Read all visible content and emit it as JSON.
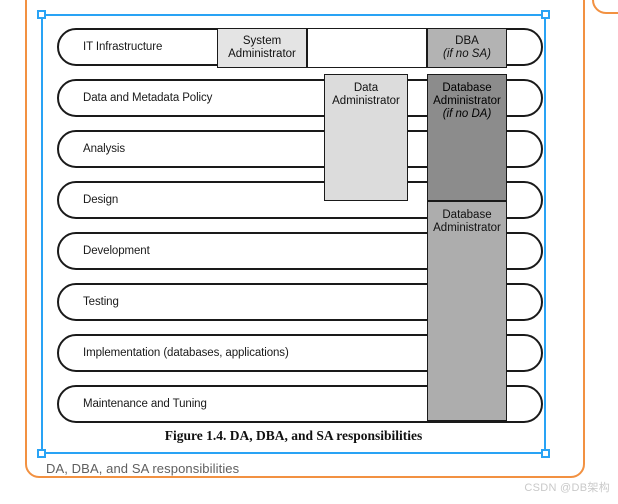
{
  "figure": {
    "caption": "Figure 1.4. DA, DBA, and SA responsibilities",
    "sub_caption": "DA, DBA, and SA responsibilities",
    "accent_selection_color": "#29a3f5",
    "accent_card_color": "#f29141",
    "processes": [
      {
        "label": "IT Infrastructure"
      },
      {
        "label": "Data and Metadata Policy"
      },
      {
        "label": "Analysis"
      },
      {
        "label": "Design"
      },
      {
        "label": "Development"
      },
      {
        "label": "Testing"
      },
      {
        "label": "Implementation (databases, applications)"
      },
      {
        "label": "Maintenance and Tuning"
      }
    ],
    "roles": {
      "system_administrator": {
        "line1": "System",
        "line2": "Administrator",
        "fill": "#e4e4e4"
      },
      "dba_if_no_sa": {
        "line1": "DBA",
        "line2": "(if no SA)",
        "fill": "#b3b3b3"
      },
      "data_administrator": {
        "line1": "Data",
        "line2": "Administrator",
        "fill": "#dcdcdc"
      },
      "database_administrator_if_no_da": {
        "line1": "Database",
        "line2": "Administrator",
        "line3": "(if no DA)",
        "fill": "#8c8c8c"
      },
      "database_administrator": {
        "line1": "Database",
        "line2": "Administrator",
        "fill": "#adadad"
      }
    }
  },
  "watermark": {
    "text": "CSDN @DB架构"
  }
}
